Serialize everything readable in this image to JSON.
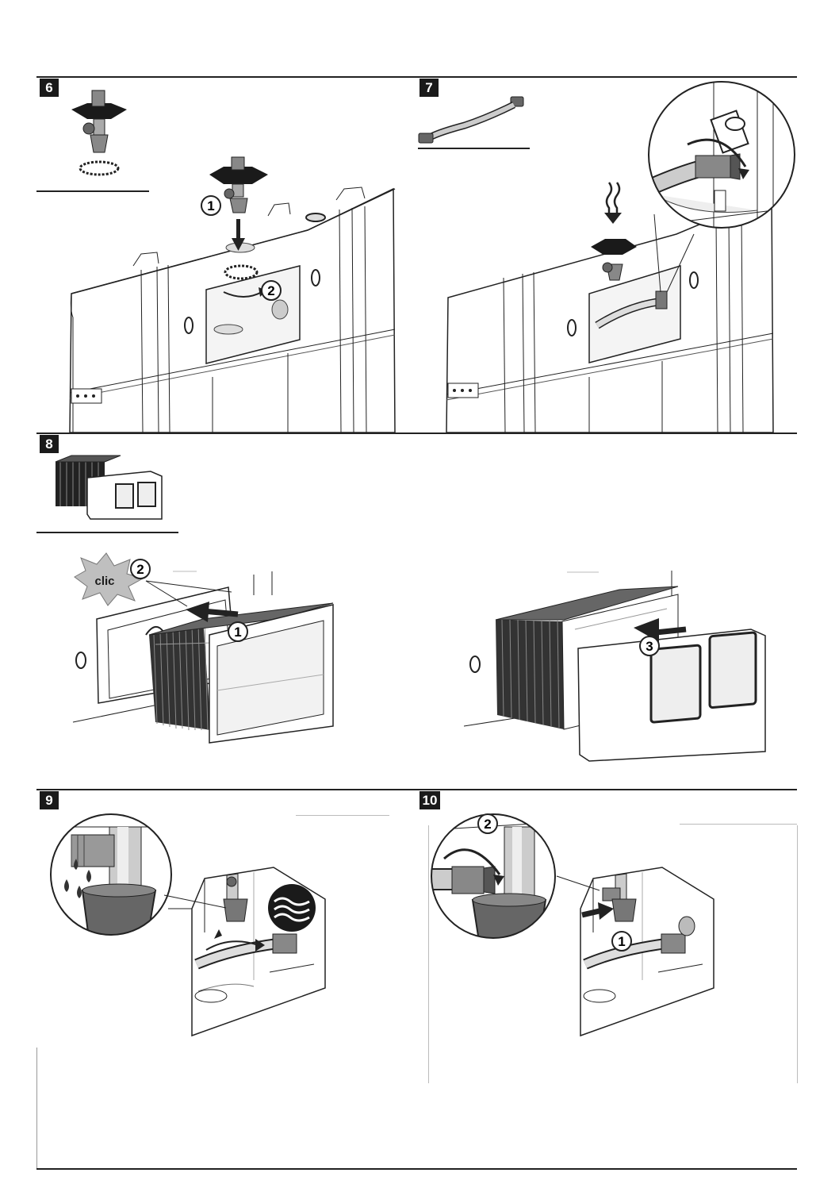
{
  "steps": [
    {
      "number": "6"
    },
    {
      "number": "7"
    },
    {
      "number": "8"
    },
    {
      "number": "9"
    },
    {
      "number": "10"
    }
  ],
  "callouts": {
    "s6_one": "1",
    "s6_two": "2",
    "s8_clic": "clic",
    "s8_two": "2",
    "s8_one": "1",
    "s8_three": "3",
    "s10_two": "2",
    "s10_one": "1"
  },
  "colors": {
    "line": "#222222",
    "dark": "#1a1a1a",
    "mid_gray": "#777777",
    "light_gray": "#d9d9d9",
    "badge_gray": "#bfbfbf"
  },
  "icons": {
    "valve": "valve-icon",
    "hose": "hose-icon",
    "filter": "filter-block-icon",
    "water": "water-waves-icon"
  }
}
